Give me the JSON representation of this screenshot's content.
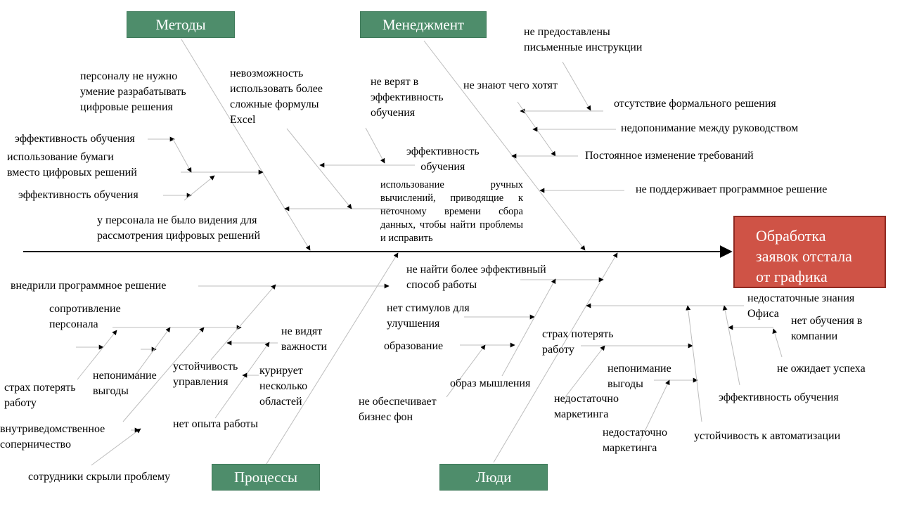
{
  "effect": "Обработка\nзаявок отстала\nот графика",
  "categories": {
    "methods": "Методы",
    "management": "Менеджмент",
    "processes": "Процессы",
    "people": "Люди"
  },
  "causes": {
    "methods": {
      "staff_no_need_skill": "персоналу не нужно\nумение разрабатывать\nцифровые решения",
      "impossible_formulas": "невозможность\nиспользовать более\nсложные формулы\nExcel",
      "training_eff_1": "эффективность обучения",
      "paper_instead": "использование бумаги\nвместо цифровых решений",
      "training_eff_2": "эффективность обучения",
      "no_vision": "у персонала не было видения для\nрассмотрения цифровых решений",
      "dont_believe": "не верят в\nэффективность\nобучения",
      "training_eff_3": "эффективность\nобучения",
      "manual_calc": "использование ручных вычислений, приводящие к неточному времени сбора данных, чтобы найти проблемы и исправить"
    },
    "management": {
      "no_instructions": "не предоставлены\nписьменные инструкции",
      "dont_know": "не знают чего хотят",
      "no_formal_decision": "отсутствие формального решения",
      "misunderstanding": "недопонимание между руководством",
      "changing_reqs": "Постоянное изменение требований",
      "no_support": "не поддерживает программное решение"
    },
    "processes": {
      "implemented_software": "внедрили программное решение",
      "resistance": "сопротивление\nперсонала",
      "dont_see_importance": "не видят\nважности",
      "fear_lose_job": "страх потерять\nработу",
      "no_benefit_understanding": "непонимание\nвыгоды",
      "mgmt_stability": "устойчивость\nуправления",
      "supervises_many": "курирует\nнесколько\nобластей",
      "rivalry": "внутриведомственное\nсоперничество",
      "no_experience": "нет опыта работы",
      "hid_problem": "сотрудники скрыли проблему"
    },
    "people": {
      "find_better_way": "не найти более эффективный\nспособ работы",
      "no_incentives": "нет стимулов для\nулучшения",
      "education": "образование",
      "mindset": "образ мышления",
      "no_business_bg": "не обеспечивает\nбизнес фон",
      "fear_lose_job": "страх потерять\nработу",
      "no_benefit_understanding": "непонимание\nвыгоды",
      "low_marketing_1": "недостаточно\nмаркетинга",
      "low_marketing_2": "недостаточно\nмаркетинга",
      "office_knowledge": "недостаточные знания\nОфиса",
      "no_company_training": "нет обучения в\nкомпании",
      "no_success_expect": "не ожидает успеха",
      "training_eff": "эффективность обучения",
      "automation_resilience": "устойчивость к автоматизации"
    }
  }
}
